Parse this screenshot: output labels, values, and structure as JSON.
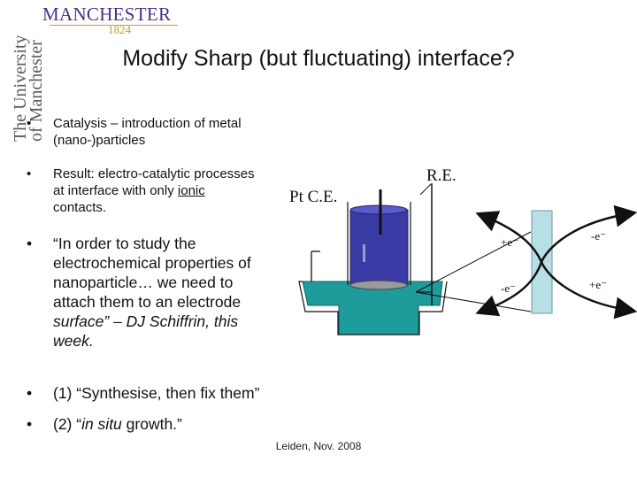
{
  "logo": {
    "wordmark": "MANCHESTER",
    "year": "1824",
    "vertical_line1": "The University",
    "vertical_line2": "of Manchester"
  },
  "slide": {
    "title": "Modify Sharp (but fluctuating) interface?",
    "bullets": [
      {
        "marker": "•",
        "lines": [
          "Catalysis – introduction of metal",
          "(nano-)particles"
        ]
      },
      {
        "marker": "•",
        "line1": "Result: electro-catalytic processes",
        "line2_pre": "at interface with only ",
        "line2_underlined": "ionic",
        "line3": "contacts."
      },
      {
        "marker": "•",
        "lines": [
          "“In order to study the",
          "electrochemical properties of",
          "nanoparticle… we need to",
          "attach them to an electrode",
          "surface” – DJ Schiffrin, this",
          "week."
        ]
      },
      {
        "marker": "•",
        "text": "(1) “Synthesise, then fix them”"
      },
      {
        "marker": "•",
        "pre": "(2) “",
        "italic": "in situ",
        "post": " growth.”"
      }
    ],
    "footer": "Leiden, Nov. 2008"
  },
  "diagram": {
    "label_ce": "Pt C.E.",
    "label_re": "R.E.",
    "colors": {
      "outer_cell": "#1e9c9c",
      "inner_cell": "#3b3ba6",
      "membrane": "#b9dfe6"
    },
    "flux_labels": {
      "left_top": "+e⁻",
      "left_bottom": "-e⁻",
      "right_top": "-e⁻",
      "right_bottom": "+e⁻"
    }
  }
}
